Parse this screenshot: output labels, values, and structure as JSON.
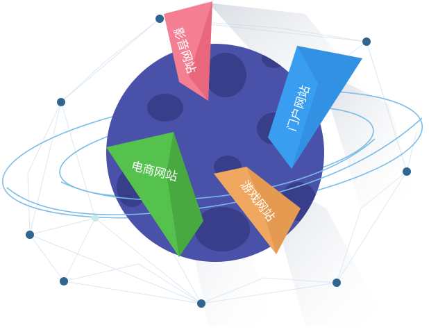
{
  "flags": [
    {
      "id": "movie",
      "label": "影音网站",
      "color": "#f47f92",
      "shade": "#e9677d"
    },
    {
      "id": "portal",
      "label": "门户网站",
      "color": "#3a9ef0",
      "shade": "#2d86d8"
    },
    {
      "id": "ecommerce",
      "label": "电商网站",
      "color": "#55c24d",
      "shade": "#47a93f"
    },
    {
      "id": "game",
      "label": "游戏网站",
      "color": "#f0a860",
      "shade": "#dd914a"
    }
  ],
  "colors": {
    "planet": "#4a51a8",
    "planet_shadow": "#3b4193",
    "crater": "#383e8a",
    "ring": "#7bbde6",
    "node": "#2f6691",
    "node_light": "#c9e8e8",
    "line": "#dbe8f3"
  }
}
